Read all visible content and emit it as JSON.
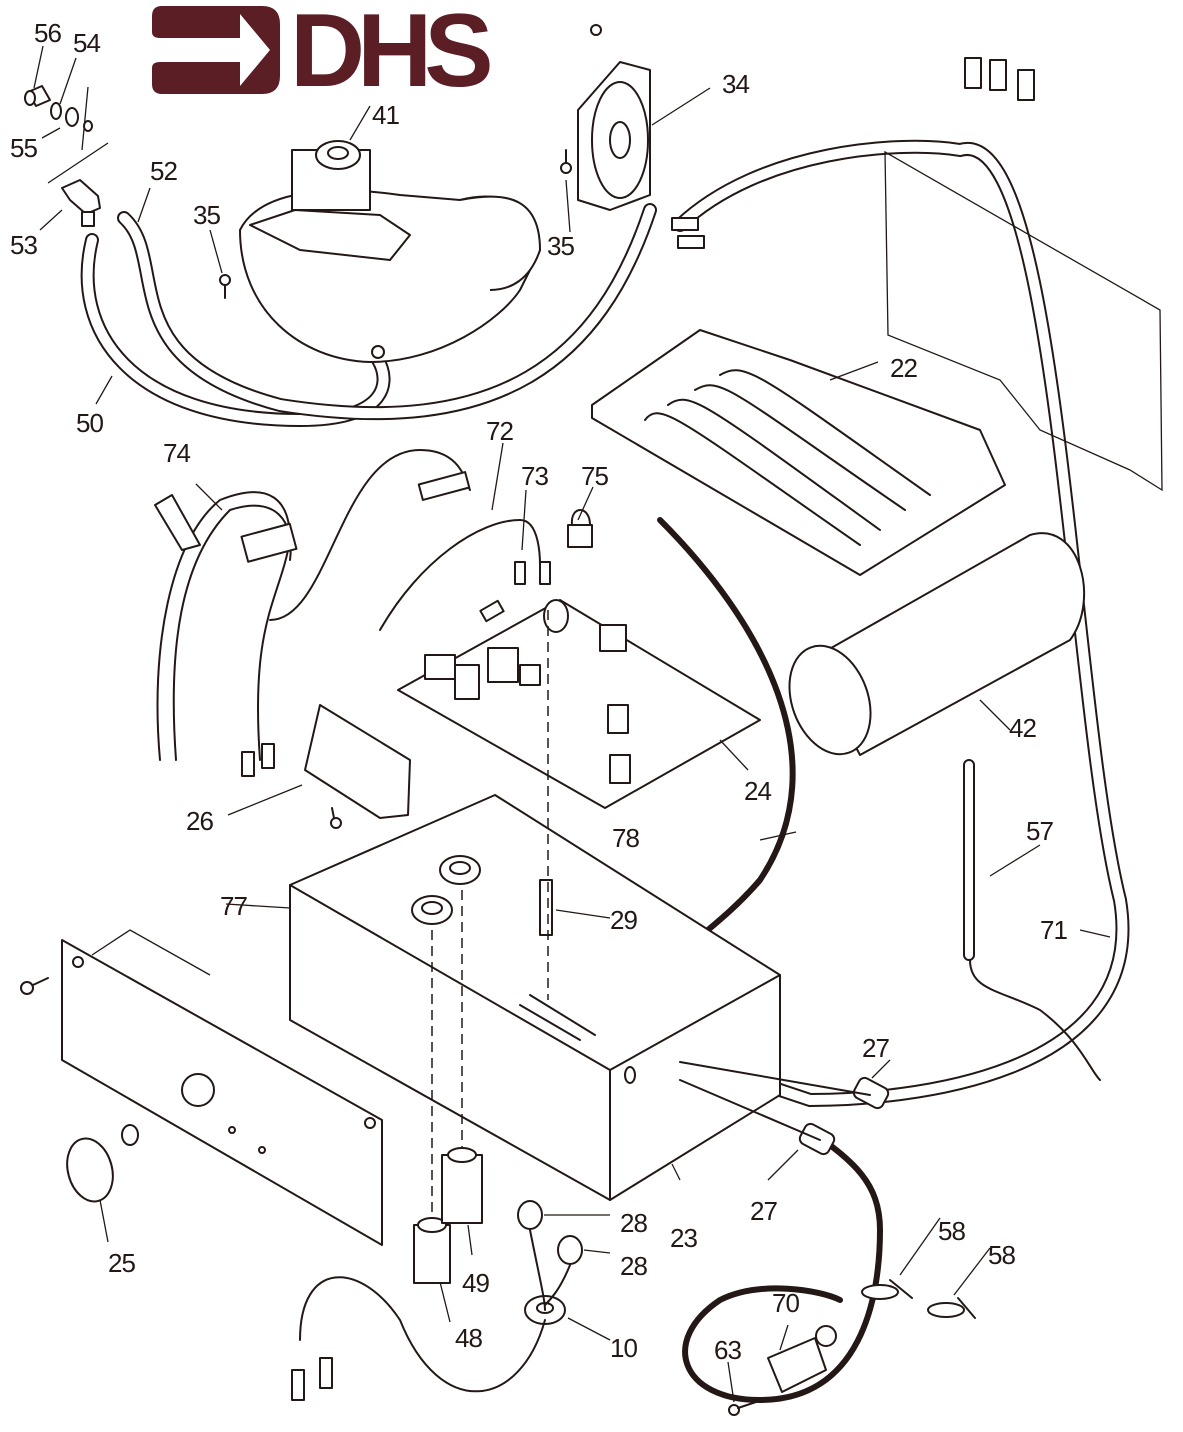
{
  "brand": {
    "logo_text": "DHS",
    "color": "#5a1e24"
  },
  "labels": [
    {
      "id": "p56",
      "text": "56"
    },
    {
      "id": "p54",
      "text": "54"
    },
    {
      "id": "p55",
      "text": "55"
    },
    {
      "id": "p53",
      "text": "53"
    },
    {
      "id": "p52",
      "text": "52"
    },
    {
      "id": "p41",
      "text": "41"
    },
    {
      "id": "p35a",
      "text": "35"
    },
    {
      "id": "p35b",
      "text": "35"
    },
    {
      "id": "p34",
      "text": "34"
    },
    {
      "id": "p50",
      "text": "50"
    },
    {
      "id": "p22",
      "text": "22"
    },
    {
      "id": "p74",
      "text": "74"
    },
    {
      "id": "p72",
      "text": "72"
    },
    {
      "id": "p73",
      "text": "73"
    },
    {
      "id": "p75",
      "text": "75"
    },
    {
      "id": "p42",
      "text": "42"
    },
    {
      "id": "p24",
      "text": "24"
    },
    {
      "id": "p26",
      "text": "26"
    },
    {
      "id": "p57",
      "text": "57"
    },
    {
      "id": "p78",
      "text": "78"
    },
    {
      "id": "p77",
      "text": "77"
    },
    {
      "id": "p29",
      "text": "29"
    },
    {
      "id": "p71",
      "text": "71"
    },
    {
      "id": "p27a",
      "text": "27"
    },
    {
      "id": "p27b",
      "text": "27"
    },
    {
      "id": "p23",
      "text": "23"
    },
    {
      "id": "p28a",
      "text": "28"
    },
    {
      "id": "p28b",
      "text": "28"
    },
    {
      "id": "p25",
      "text": "25"
    },
    {
      "id": "p49",
      "text": "49"
    },
    {
      "id": "p48",
      "text": "48"
    },
    {
      "id": "p10",
      "text": "10"
    },
    {
      "id": "p58a",
      "text": "58"
    },
    {
      "id": "p58b",
      "text": "58"
    },
    {
      "id": "p70",
      "text": "70"
    },
    {
      "id": "p63",
      "text": "63"
    }
  ]
}
